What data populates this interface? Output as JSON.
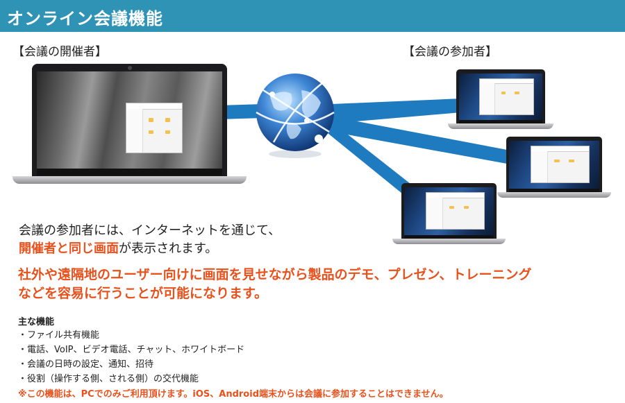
{
  "header": {
    "title": "オンライン会議機能"
  },
  "labels": {
    "host": "【会議の開催者】",
    "participants": "【会議の参加者】"
  },
  "description": {
    "line1": "会議の参加者には、インターネットを通じて、",
    "line2_highlight": "開催者と同じ画面",
    "line2_rest": "が表示されます。"
  },
  "emphasis": {
    "line1": "社外や遠隔地のユーザー向けに画面を見せながら製品のデモ、プレゼン、トレーニング",
    "line2": "などを容易に行うことが可能になります。"
  },
  "features": {
    "title": "主な機能",
    "items": [
      "・ファイル共有機能",
      "・電話、VoIP、ビデオ電話、チャット、ホワイトボード",
      "・会議の日時の設定、通知、招待",
      "・役割（操作する側、される側）の交代機能"
    ]
  },
  "note": "※この機能は、PCでのみご利用頂けます。iOS、Android端末からは会議に参加することはできません。",
  "colors": {
    "header": "#2f93b6",
    "accent": "#e8511b",
    "connector": "#1f7bbf"
  }
}
